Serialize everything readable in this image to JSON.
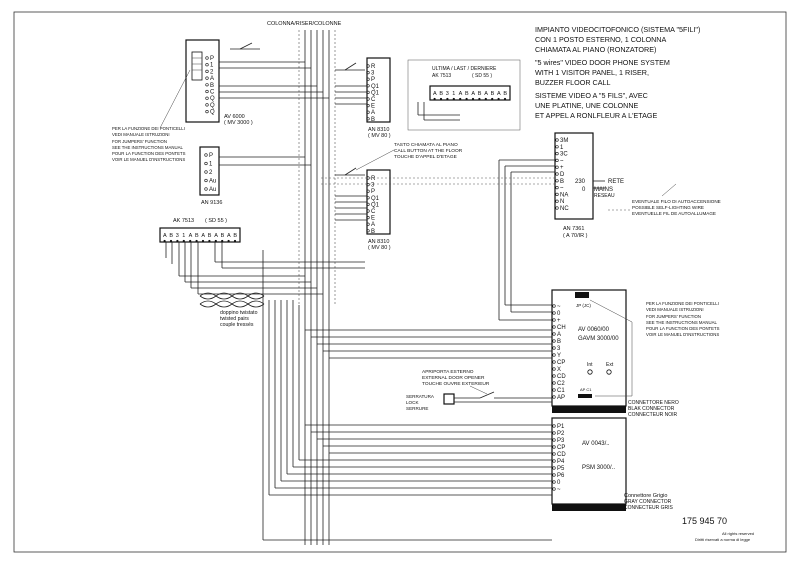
{
  "header": {
    "riser": "COLONNA/RISER/COLONNE",
    "title_it": [
      "IMPIANTO VIDEOCITOFONICO (SISTEMA \"5FILI\")",
      "CON 1 POSTO ESTERNO, 1 COLONNA",
      "CHIAMATA  AL PIANO (RONZATORE)"
    ],
    "title_en": [
      "\"5 wires\" VIDEO DOOR PHONE SYSTEM",
      "WITH 1 VISITOR PANEL, 1 RISER,",
      "BUZZER FLOOR CALL"
    ],
    "title_fr": [
      "SISTEME VIDEO A \"5 FILS\", AVEC",
      "UNE PLATINE, UNE COLONNE",
      "ET  APPEL A RONLFLEUR  A L'ETAGE"
    ]
  },
  "notes": {
    "jumpers": [
      "PER LA FUNZIONE DEI PONTICELLI",
      "VEDI MANUALE ISTRUZIONI",
      "FOR JUMPERS' FUNCTION",
      "SEE THE INSTRUCTIONS MANUAL",
      "POUR LA FUNCTION DES PONTETS",
      "VOIR LE MANUEL D'INSTRUCTIONS"
    ],
    "floor_button": [
      "TASTO CHIAMATA AL PIANO",
      "CALL BUTTON AT THE FLOOR",
      "TOUCHE D'APPEL D'ETAGE"
    ],
    "twisted": [
      "doppino twistato",
      "twisted pairs",
      "couple tressés"
    ],
    "lock_release": [
      "APRIPORTA ESTERNO",
      "EXTERNAL DOOR OPENER",
      "TOUCHE OUVRE EXTERIEUR"
    ],
    "lock": [
      "SERRATURA",
      "LOCK",
      "SERRURE"
    ],
    "self_lighting": [
      "EVENTUALE FILO DI AUTOACCENSIONE",
      "POSSIBLE SELF-LIGHTING WIRE",
      "EVENTUELLE FIL DE AUTOALLUMAGE"
    ],
    "mains": [
      "RETE",
      "MAINS",
      "RESEAU"
    ],
    "black_connector": [
      "CONNETTORE NERO",
      "BLAK CONNECTOR",
      "CONNECTEUR NOIR"
    ],
    "gray_connector": [
      "Connettore Grigio",
      "GRAY CONNECTOR",
      "CONNECTEUR GRIS"
    ],
    "drawing_no": "175 945 70",
    "rights": [
      "All rights reserved",
      "Diritti riservati a norma di legge"
    ]
  },
  "devices": {
    "av6000": {
      "name": "AV 6000",
      "sub": "( MV 3000 )",
      "terminals": [
        "P",
        "1",
        "2",
        "A",
        "B",
        "C",
        "Q",
        "Q",
        "Q"
      ]
    },
    "an9136": {
      "name": "AN 9136",
      "terminals": [
        "P",
        "1",
        "2",
        "Au",
        "Au"
      ]
    },
    "an8310_top": {
      "name": "AN 8310",
      "sub": "( MV 80 )",
      "terminals": [
        "R",
        "3",
        "P",
        "Q1",
        "Q1",
        "C",
        "E",
        "A",
        "B"
      ]
    },
    "an8310_bot": {
      "name": "AN 8310",
      "sub": "( MV 80 )",
      "terminals": [
        "R",
        "3",
        "P",
        "Q1",
        "Q1",
        "C",
        "E",
        "A",
        "B"
      ]
    },
    "ak7513_last": {
      "name": "ULTIMA / LAST / DERNIERE",
      "model": "AK 7513",
      "sub": "( SD 55 )",
      "terminals": [
        "A",
        "B",
        "3",
        "1",
        "A",
        "B",
        "A",
        "B",
        "A",
        "B",
        "A",
        "B"
      ]
    },
    "ak7513": {
      "model": "AK 7513",
      "sub": "( SD 55 )",
      "terminals": [
        "A",
        "B",
        "3",
        "1",
        "A",
        "B",
        "A",
        "B",
        "A",
        "B",
        "A",
        "B"
      ]
    },
    "an7361": {
      "name": "AN 7361",
      "sub": "( A 70/IR )",
      "terminals": [
        "3M",
        "1",
        "3C",
        "~",
        "+",
        "D",
        "B",
        "~",
        "NA",
        "N",
        "NC"
      ],
      "volt_230": "230",
      "volt_0": "0"
    },
    "av0060": {
      "name": "AV 0060/00",
      "sub": "GAVM 3000/00",
      "terminals": [
        "~",
        "0",
        "+",
        "CH",
        "A",
        "B",
        "3",
        "Y",
        "CP",
        "X",
        "CD",
        "C2",
        "C1",
        "AP"
      ],
      "int": "Int",
      "ext": "Ext",
      "jp_label": "JP (JC)",
      "ap_label": "AP C1"
    },
    "av0043": {
      "name": "AV 0043/..",
      "sub": "PSM 3000/..",
      "terminals": [
        "P1",
        "P2",
        "P3",
        "CP",
        "CD",
        "P4",
        "P5",
        "P6",
        "0",
        "~"
      ]
    }
  }
}
